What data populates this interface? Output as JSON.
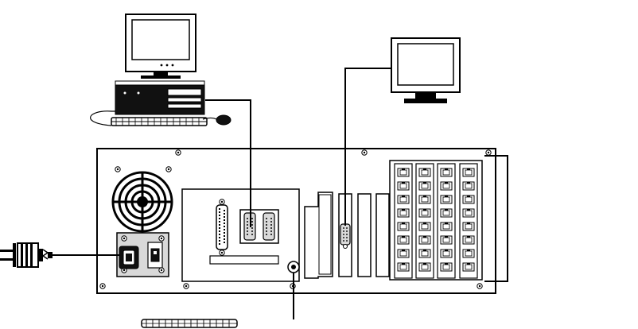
{
  "diagram": {
    "description_visible_text": "",
    "colors": {
      "stroke": "#000000",
      "fill_light": "#ffffff",
      "fill_gray": "#d9d9d9",
      "fill_dark": "#111111"
    },
    "icons": {
      "workstation": "desktop-computer-icon",
      "remote_monitor": "monitor-icon",
      "power": "power-plug-icon",
      "keyboard": "keyboard-icon",
      "fan": "fan-grille-icon"
    },
    "server": {
      "rj45_column_count": 4,
      "rj45_ports_per_column": 8,
      "expansion_slot_count": 4
    }
  }
}
